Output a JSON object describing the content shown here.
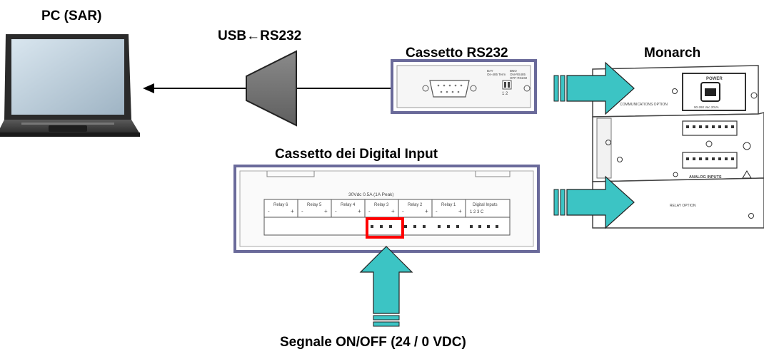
{
  "labels": {
    "pc": "PC (SAR)",
    "converter": "USB←RS232",
    "rs232_drawer": "Cassetto RS232",
    "monarch": "Monarch",
    "digital_drawer": "Cassetto dei Digital Input",
    "signal": "Segnale ON/OFF  (24 / 0 VDC)"
  },
  "rs232_panel": {
    "text_a1": "BAY",
    "text_a2": "On-485 Term",
    "text_b1": "BNO",
    "text_b2": "ON-RS485",
    "text_b3": "OFF-RS232",
    "switch_nums": "1 2"
  },
  "digital_panel": {
    "rating": "30Vdc 0.5A (1A Peak)",
    "groups": [
      {
        "name": "Relay 6",
        "minus": "-",
        "plus": "+"
      },
      {
        "name": "Relay 5",
        "minus": "-",
        "plus": "+"
      },
      {
        "name": "Relay 4",
        "minus": "-",
        "plus": "+"
      },
      {
        "name": "Relay 3",
        "minus": "-",
        "plus": "+"
      },
      {
        "name": "Relay 2",
        "minus": "-",
        "plus": "+"
      },
      {
        "name": "Relay 1",
        "minus": "-",
        "plus": "+"
      }
    ],
    "digital_inputs": {
      "name": "Digital Inputs",
      "pins": "1   2   3   C"
    }
  },
  "monarch_panel": {
    "power": "POWER",
    "voltage": "90-260 Vac 20VA",
    "comm_option": "COMMUNICATIONS OPTION",
    "analog_inputs": "ANALOG INPUTS",
    "relay_option": "RELAY OPTION"
  },
  "colors": {
    "arrow_fill": "#3cc4c4",
    "frame": "#6a6a9a",
    "highlight": "#ff0000",
    "converter_fill": "#7a7a7a"
  }
}
